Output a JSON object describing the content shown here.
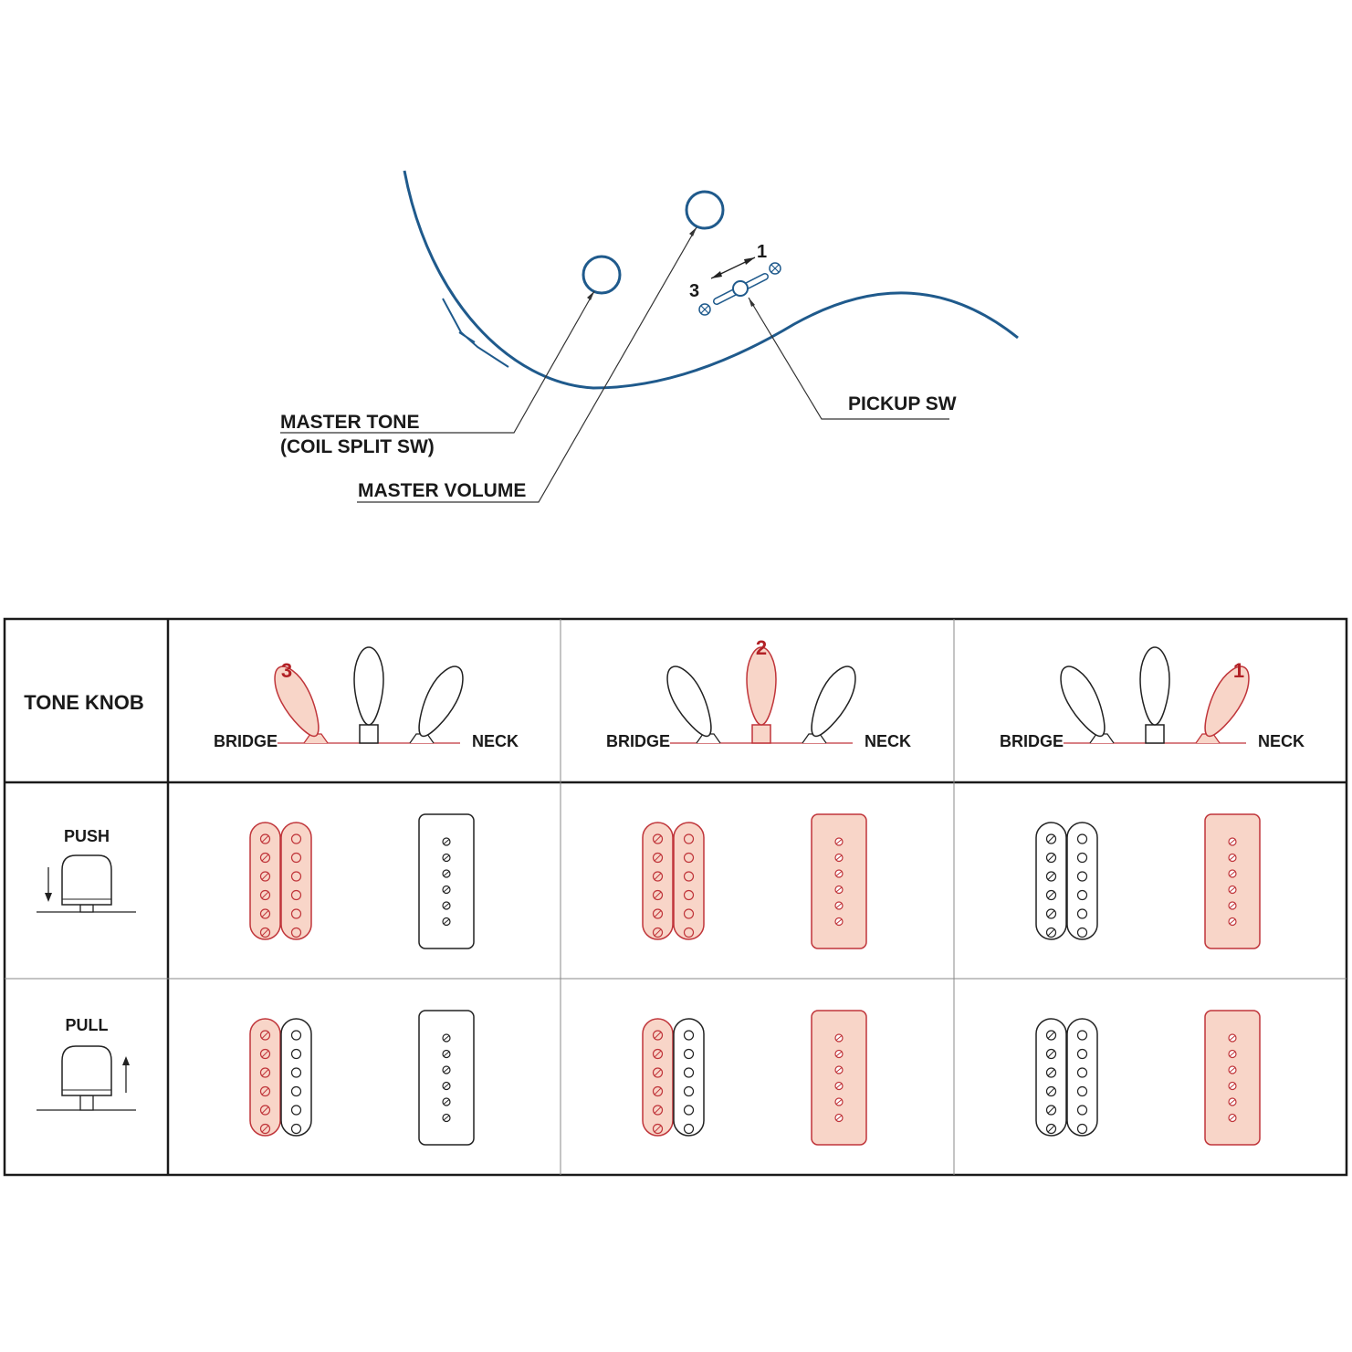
{
  "colors": {
    "body_outline": "#1f5a8c",
    "leader": "#333333",
    "active_fill": "#f8d5c8",
    "active_stroke": "#c0353a",
    "inactive_stroke": "#222222",
    "number_red": "#b22126",
    "grid": "#888888"
  },
  "controls": {
    "tone_label_line1": "MASTER TONE",
    "tone_label_line2": "(COIL SPLIT SW)",
    "volume_label": "MASTER VOLUME",
    "pickup_sw_label": "PICKUP SW",
    "switch_pos_top": "1",
    "switch_pos_left": "3"
  },
  "table": {
    "header_label": "TONE KNOB",
    "columns": [
      {
        "position": "3",
        "left": "BRIDGE",
        "right": "NECK",
        "lever": "bridge",
        "push": {
          "bridge": "both",
          "neck": false
        },
        "pull": {
          "bridge": "one",
          "neck": false
        }
      },
      {
        "position": "2",
        "left": "BRIDGE",
        "right": "NECK",
        "lever": "middle",
        "push": {
          "bridge": "both",
          "neck": true
        },
        "pull": {
          "bridge": "one",
          "neck": true
        }
      },
      {
        "position": "1",
        "left": "BRIDGE",
        "right": "NECK",
        "lever": "neck",
        "push": {
          "bridge": "none",
          "neck": true
        },
        "pull": {
          "bridge": "none",
          "neck": true
        }
      }
    ],
    "rows": [
      {
        "label": "PUSH",
        "arrow": "down"
      },
      {
        "label": "PULL",
        "arrow": "up"
      }
    ]
  }
}
